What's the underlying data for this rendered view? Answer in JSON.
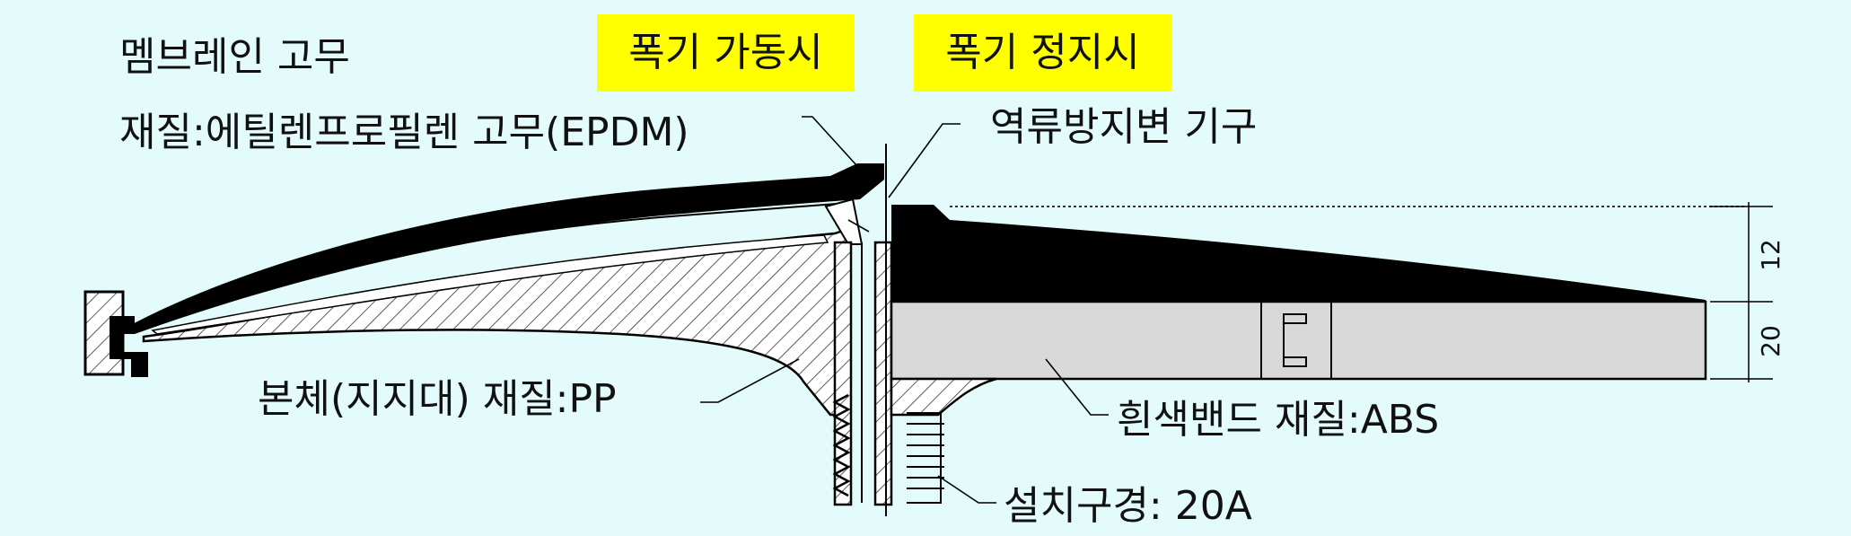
{
  "labels": {
    "membrane": "멤브레인 고무",
    "membrane_material": "재질:에틸렌프로필렌 고무(EPDM)",
    "check_valve": "역류방지변 기구",
    "body": "본체(지지대) 재질:PP",
    "white_band": "흰색밴드 재질:ABS",
    "install_diameter": "설치구경: 20A"
  },
  "badges": {
    "operating": "폭기 가동시",
    "stopped": "폭기 정지시"
  },
  "dimensions": {
    "upper": "12",
    "lower": "20"
  },
  "colors": {
    "background": "#e3fbfb",
    "badge": "#ffff00",
    "rubber": "#000000",
    "band": "#d9d9d9",
    "hatch_bg": "#ffffff"
  }
}
